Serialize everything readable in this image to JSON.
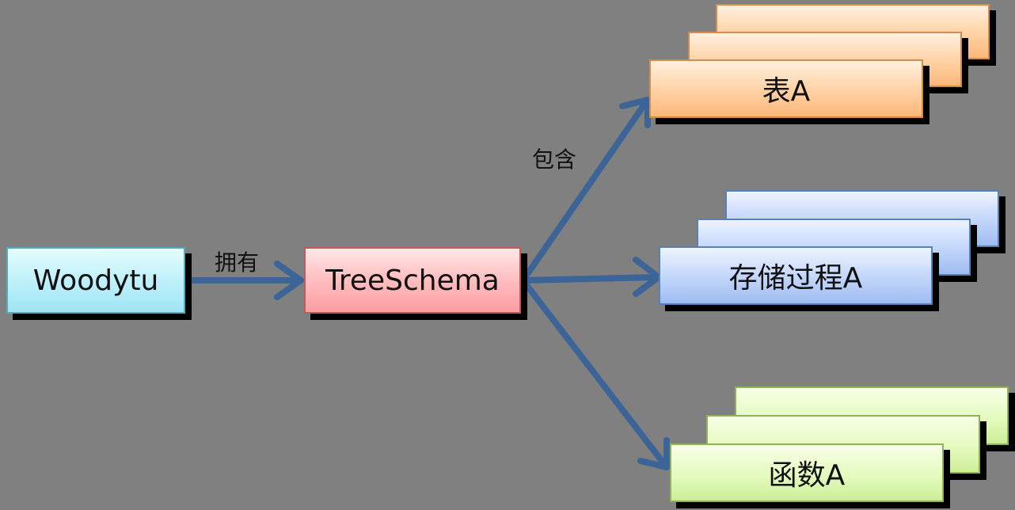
{
  "nodes": {
    "woodytu": "Woodytu",
    "treeschema": "TreeSchema",
    "table": "表A",
    "procedure": "存储过程A",
    "function": "函数A"
  },
  "edges": {
    "owns": "拥有",
    "contains": "包含"
  },
  "colors": {
    "background": "#808080",
    "arrow": "#3c6496"
  }
}
